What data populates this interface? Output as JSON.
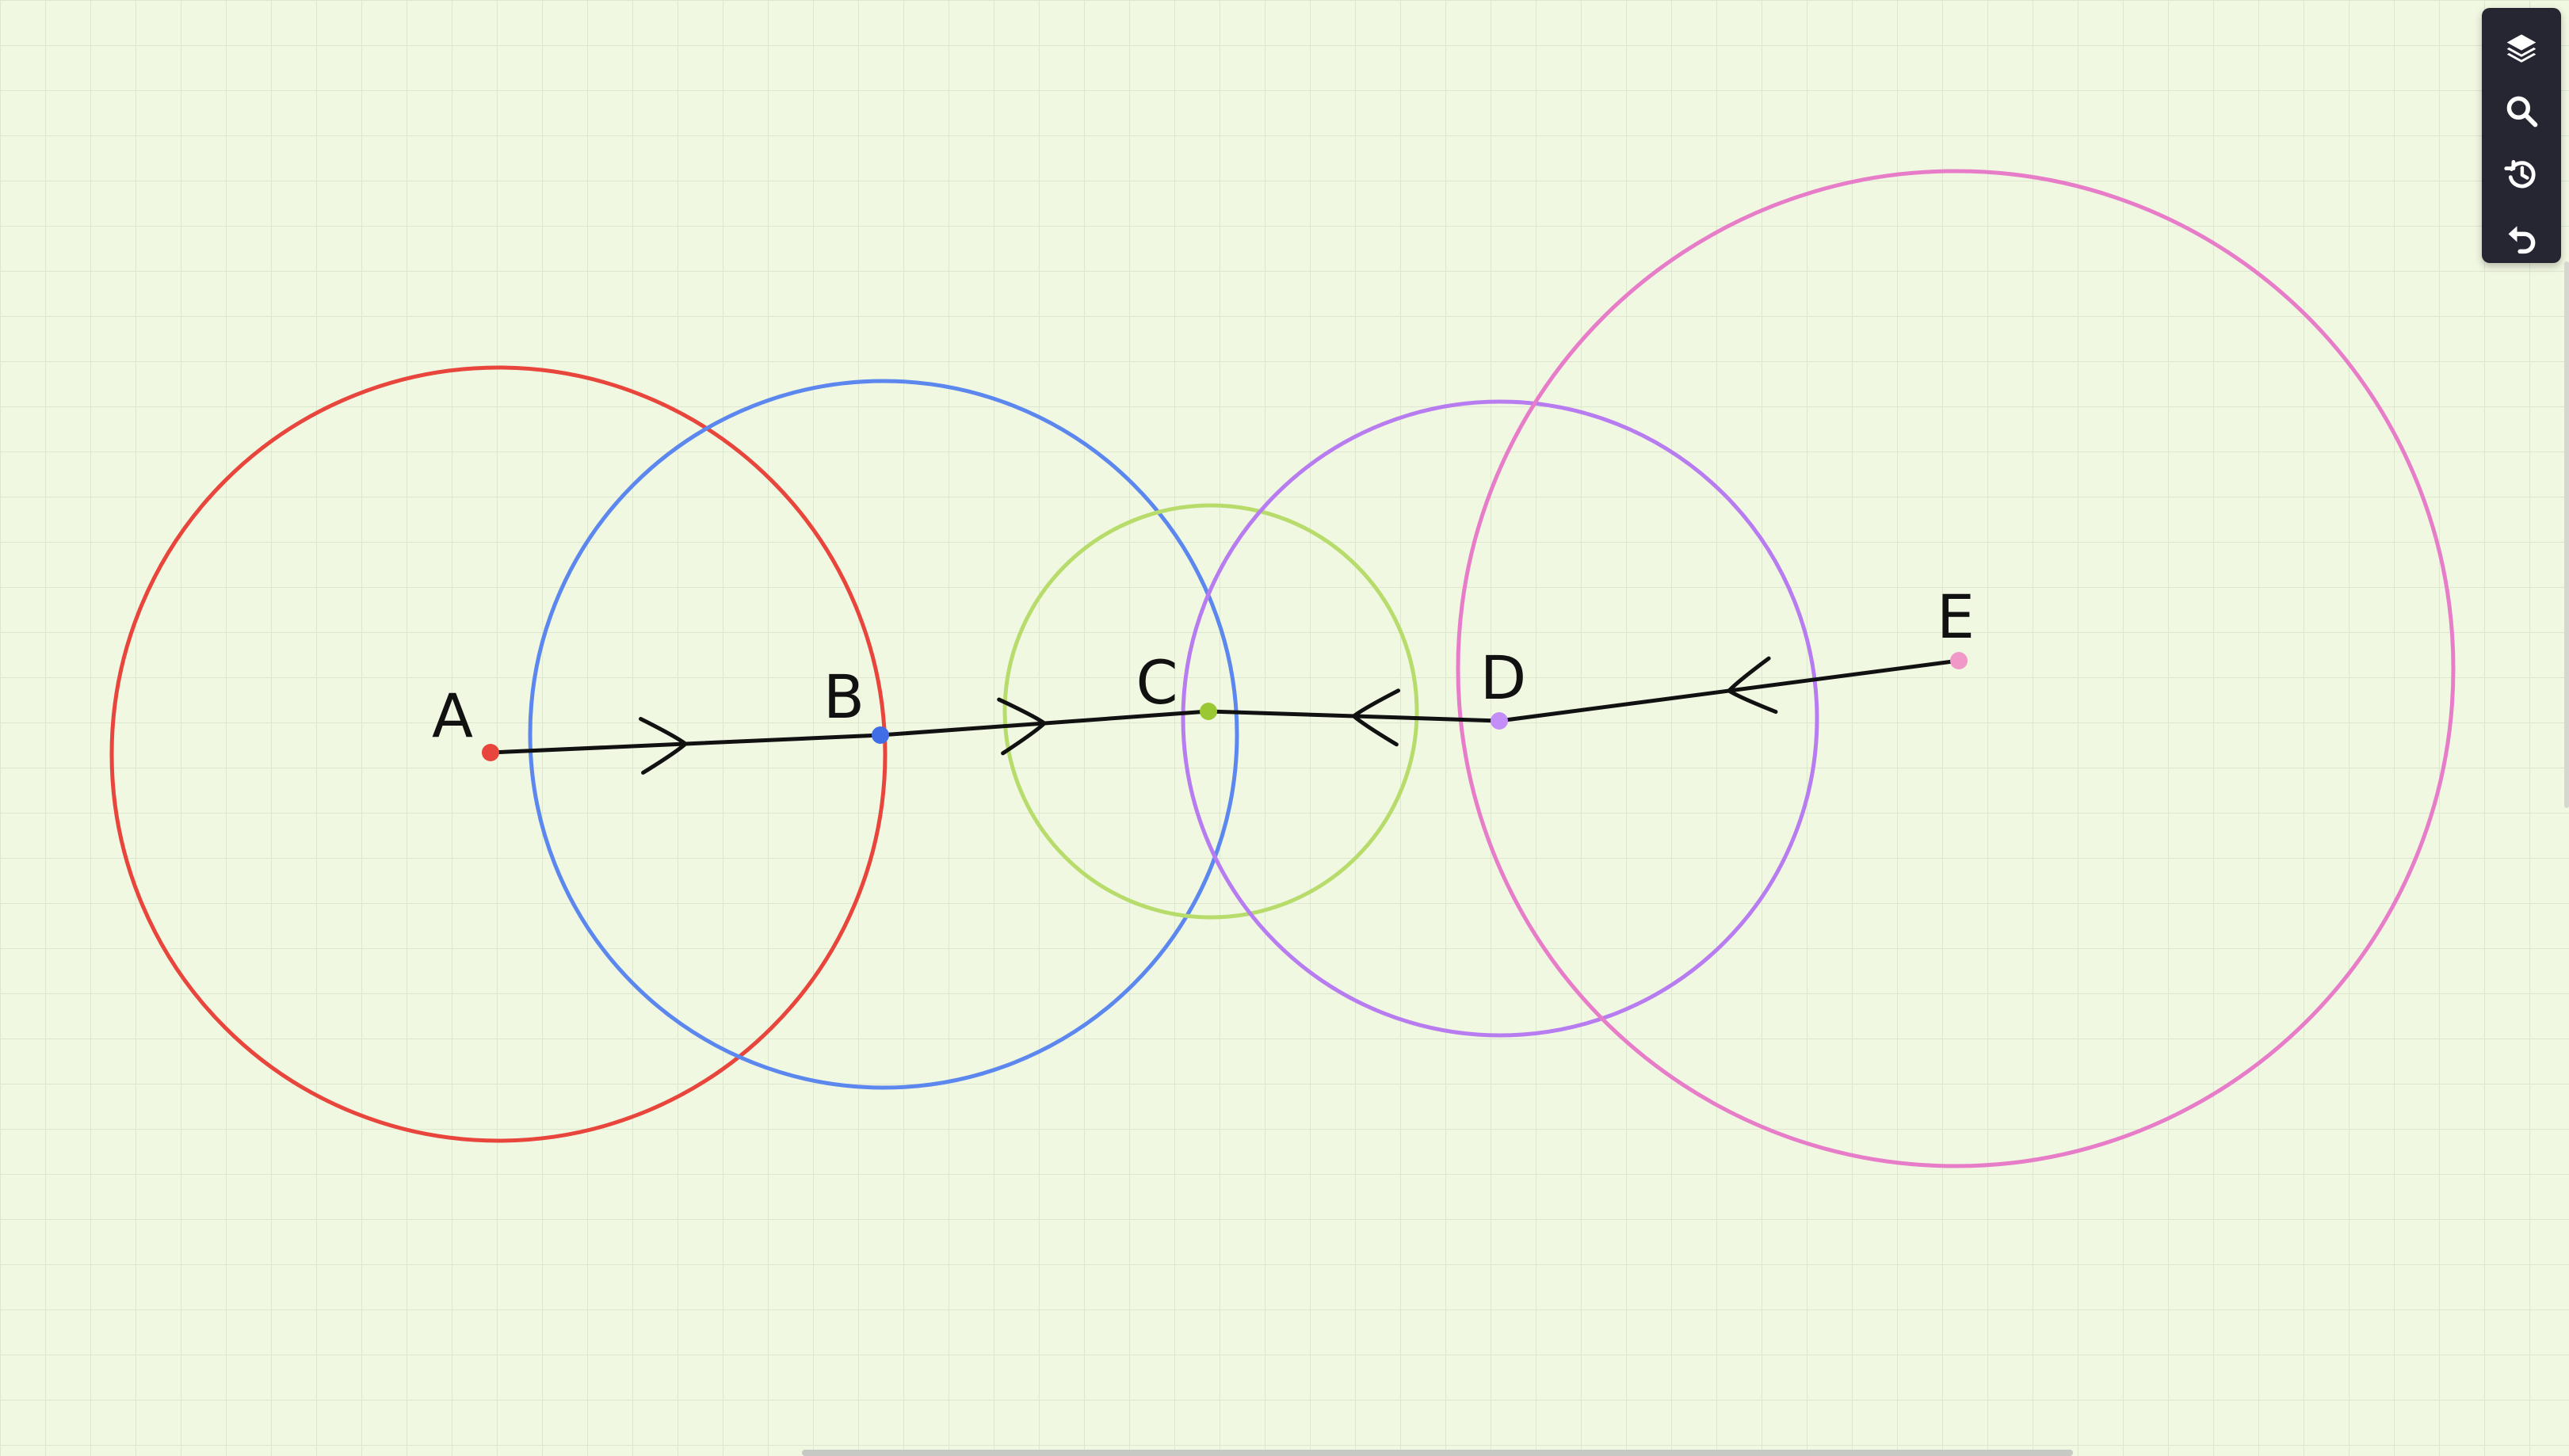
{
  "toolbar": {
    "buttons": [
      {
        "icon": "layers-icon"
      },
      {
        "icon": "search-icon"
      },
      {
        "icon": "history-icon"
      },
      {
        "icon": "undo-icon"
      }
    ]
  },
  "diagram": {
    "points": [
      {
        "id": "A",
        "label": "A",
        "color": "#e8453c"
      },
      {
        "id": "B",
        "label": "B",
        "color": "#3f6ee6"
      },
      {
        "id": "C",
        "label": "C",
        "color": "#9ac832"
      },
      {
        "id": "D",
        "label": "D",
        "color": "#c38ef7"
      },
      {
        "id": "E",
        "label": "E",
        "color": "#f099c8"
      }
    ],
    "circles": [
      {
        "center": "A",
        "color": "#e8453c"
      },
      {
        "center": "B",
        "color": "#5b87ee"
      },
      {
        "center": "C",
        "color": "#b8dc6c"
      },
      {
        "center": "D",
        "color": "#b77cf0"
      },
      {
        "center": "E",
        "color": "#e77cc8"
      }
    ],
    "segments": [
      {
        "from": "A",
        "to": "B",
        "arrow": "forward"
      },
      {
        "from": "B",
        "to": "C",
        "arrow": "forward"
      },
      {
        "from": "D",
        "to": "C",
        "arrow": "forward"
      },
      {
        "from": "E",
        "to": "D",
        "arrow": "forward"
      }
    ],
    "line_color": "#111111"
  }
}
